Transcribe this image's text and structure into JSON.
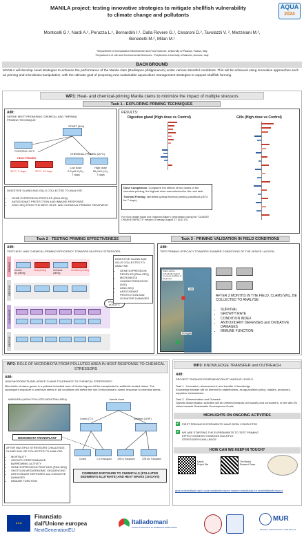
{
  "header": {
    "title_line1": "MANILA project: testing innovative strategies to mitigate shellfish vulnerability",
    "title_line2": "to climate change and pollutants",
    "authors_line1": "Monticelli G.¹, Nardi A.², Peruzza L.¹, Bernardini I.¹, Dalla Rovere G.¹, Cesaroni D.², Tavolazzi V. ², Mezzelani M.²,",
    "authors_line2": "Benedetti M.², Milan M.¹",
    "affil1": "¹Department of Comparative Biomedicine and Food Science, University of Padova, Padua, Italy",
    "affil2": "²Department of Life and Environmental Sciences - Polytechnic University of Marche, Ancona, Italy",
    "logo_text": "AQUA",
    "logo_year": "2024"
  },
  "background": {
    "heading": "BACKGROUND",
    "text": "MANILA will develop novel strategies to enhance the performance of the Manila clam (Ruditapes philippinarum) under various stressful conditions. This will be achieved using innovative approaches such as priming and microbiota manipulation, with the ultimate goal of proposing new sustainable aquaculture management strategies to support shellfish farming."
  },
  "wp1": {
    "title_bold": "WP1",
    "title_rest": ": Heat- and chemical-priming Manila clams to minimize the impact of multiple stressors",
    "task1": {
      "title": "Task 1 - EXPLORING PRIMING TECHNIQUES",
      "aim_label": "AIM:",
      "aim_text": "DEFINE MOST PROMISING CHEMICAL AND THERMAL PRIMING TECHNIQUE",
      "start_label": "START (30d)",
      "control_label": "CONTROL 20°C",
      "heat_label": "HEAT-PRIMED",
      "chem_label": "CHEMICAL-PRIMED (20°C)",
      "heat_a": "30°C, 5 days",
      "heat_b": "30°C, 10 days",
      "chem_a": "Low dose\n0.5 µM H₂O₂,\n7 days",
      "chem_b": "High dose\n50 µM H₂O₂,\n7 days",
      "analysis_title": "DIGESTIVE GLAND AND GILLS COLLECTED TO ANALYSE:",
      "analysis_items": [
        "GENE EXPRESSION PROFILES (RNA-SEQ)",
        "ANTIOXIDANT PROTECTION AND IMMUNE RESPONSE",
        "ATAC-SEQ FROM THE BEST HEAT- AND CHEMICAL PRIMING TREATMENT"
      ],
      "results_label": "RESULTS:",
      "dg_title": "Digestive gland (High dose vs Control)",
      "gills_title": "Gills (High dose vs Control)",
      "dose_bold": "Dose Comparison",
      "dose_text": ": Compared the effects of two doses of the chemical priming, the highest dose was selected for the next task.",
      "thermal_bold": "Thermal Priming",
      "thermal_text": ": Identified optimal thermal priming conditions (30°C for 7 days).",
      "details": "For more details follow prof. Massimo Milan's presentation during the \"CLIMATE CHANGE IMPACTS\" session (Tuesday, August 27, AUD 10)."
    },
    "task2": {
      "title": "Task 2 - TESTING PRIMING EFFECTIVENESS",
      "aim_label": "AIM:",
      "aim_text": "TEST HEAT- AND CHEMICAL-PRIMING EFFICIENCY TOWARDS MULTIPLE STRESSORS",
      "phase_priming": "PRIMING",
      "phase_resting1": "RESTING",
      "phase_challenge": "CHALLENGE",
      "phase_resting2": "RESTING",
      "tank_labels": [
        "Control\nNo priming",
        "Heat priming",
        "Chemical\npriming",
        "Combined priming"
      ],
      "stress_note": "PFOA 1µg/L\nat 30/24 °C",
      "analysis_title": "DIGESTIVE GLAND AND GILLS COLLECTED TO ANALYSE:",
      "analysis_items": [
        "GENE EXPRESSION PROFILES (RNA-SEQ)",
        "MICROBIOTA CHARACTERIZATION (16S)",
        "ATAC-SEQ",
        "ANTIOXIDANT PROTECTION AND OXIDATIVE DAMAGES"
      ]
    },
    "task3": {
      "title": "Task 3 - PRIMING VALIDATION IN FIELD CONDITIONS",
      "aim_label": "AIM:",
      "aim_text": "TEST PRIMING-EFFICACY TOWARDS SUMMER CONDITIONS OF THE VENICE LAGOON",
      "map_note": "Clams will be individually tagged to ensure tracking of all groups",
      "site_a": "Lido",
      "site_b": "Chioggia",
      "followup_title": "AFTER 3 MONTHS IN THE FIELD, CLAMS WILL BE COLLECTED TO ANALYSE:",
      "followup_items": [
        "SURVIVAL",
        "GROWTH RATE",
        "CONDITION INDEX",
        "ANTIOXIDANT DEFENSES and OXIDATIVE DAMAGES",
        "IMMUNE FUNCTION"
      ]
    }
  },
  "wp2": {
    "title_bold": "WP2",
    "title_rest": ": ROLE OF MICROBIOTA FROM POLLUTED AREA IN HOST-RESPONSE TO  CHEMICAL STRESSORS",
    "aim_label": "AIM:",
    "aim_text": "HOW MICROBIOTA INFLUENCE CLAMS TOLERANCE TO CHEMICAL STRESSORS?",
    "description": "Microbiota of clams grown in a polluted industrial area of Venice lagoon will be transplanted in antibiotic-treated clams. The subsequent exposure to chemical stress in lab conditions will define the role of microbiota in clams' response to chemical stress.",
    "donor_label": "MARGHERA (HIGHLY POLLUTED INDUSTRIAL AREA)",
    "transplant_label": "MICROBIOTA TRANSPLANT",
    "juvenile_label": "Juvenile clams",
    "control_label": "Control (\"C\")",
    "antibiotic_label": "Antibiotic (\"ATB\")",
    "groups": [
      "Control",
      "C w Transplant",
      "ATB w Transplant",
      "ATB w/o Transplant"
    ],
    "analysis_title": "AFTER MULTIPLE STRESSORS CHALLENGE, CLAMS WILL BE COLLECTED TO ANALYSE:",
    "analysis_items": [
      "MORTALITY",
      "GROWTH PERFORMANCE",
      "BURROWING ACTIVITY",
      "GENE EXPRESSION PROFILES (RNA-SEQ)",
      "SHOTGUN METAGENOMIC SEQUENCING",
      "ANTIOXIDANT DEFENSES and OXIDATIVE DAMAGES",
      "IMMUNE FUNCTION"
    ],
    "exposure_line1": "COMBINED EXPOSURE TO CHEMICALS (POLLUTED",
    "exposure_line2": "SEDIMENTS ELUTRIATE) AND HEAT WAVES (15 DAYS)"
  },
  "wp3": {
    "title_bold": "WP3",
    "title_rest": ": KNOWLEDGE TRANSFER and OUTREACH",
    "aim_label": "AIM:",
    "aim_text": "PROJECT FINDINGS DISSEMINATION AT VARIOUS LEVELS.",
    "task1": "Task 1 - Innovation, advancement, and transfer of knowledge",
    "task1_text": "Knowledge transfer will be directed to stakeholders, as aquaculture policy- makers, producers, suppliers, farmworkers.",
    "task2": "Task 2 - Dissemination and Outreach",
    "task2_text": "Specific dissemination activities will be oriented towards civil society and consumers, in line with EU vision towards Sustainable Development Goals.",
    "highlights_title": "HIGHLIGHTS ON ONGOING ACTIVITIES",
    "highlight1": "FIRST PRIMING EXPERIMENTS  HAVE BEEN COMPLETED",
    "highlight2": "WE ARE STARTING THE EXPERIMENTS TO TEST PRIMING EFFECTIVENESS TOWARDS MULTIPLE STRESSORS/CHALLENGE",
    "contact_title": "HOW CAN WE KEEP IN TOUCH?",
    "qr_caption1": "Manila\nProject Site",
    "qr_caption2": "The Manila\nResearch Team",
    "emails": "giulia.monticelli@phd.unipd.it  anna.nardi@staff.univpm.it  massimo.milan@unipd.it  m.benedetti@staff.univpm.it"
  },
  "footer": {
    "funder_line1": "Finanziato",
    "funder_line2": "dall'Unione europea",
    "funder_line3": "NextGenerationEU",
    "italiadomani": "Italiadomani",
    "italiadomani_sub": "PIANO NAZIONALE DI RIPRESA E RESILIENZA",
    "mur": "MUR",
    "mur_sub": "Ministero dell'Università e della Ricerca"
  },
  "colors": {
    "heat": "#e0342f",
    "chemical": "#a9d0ef",
    "priming_phase": "#f3a7b8",
    "resting_phase": "#d9d9d9",
    "challenge_phase": "#c7a8e0",
    "up": "#c0392b",
    "down": "#2e5e9e"
  }
}
